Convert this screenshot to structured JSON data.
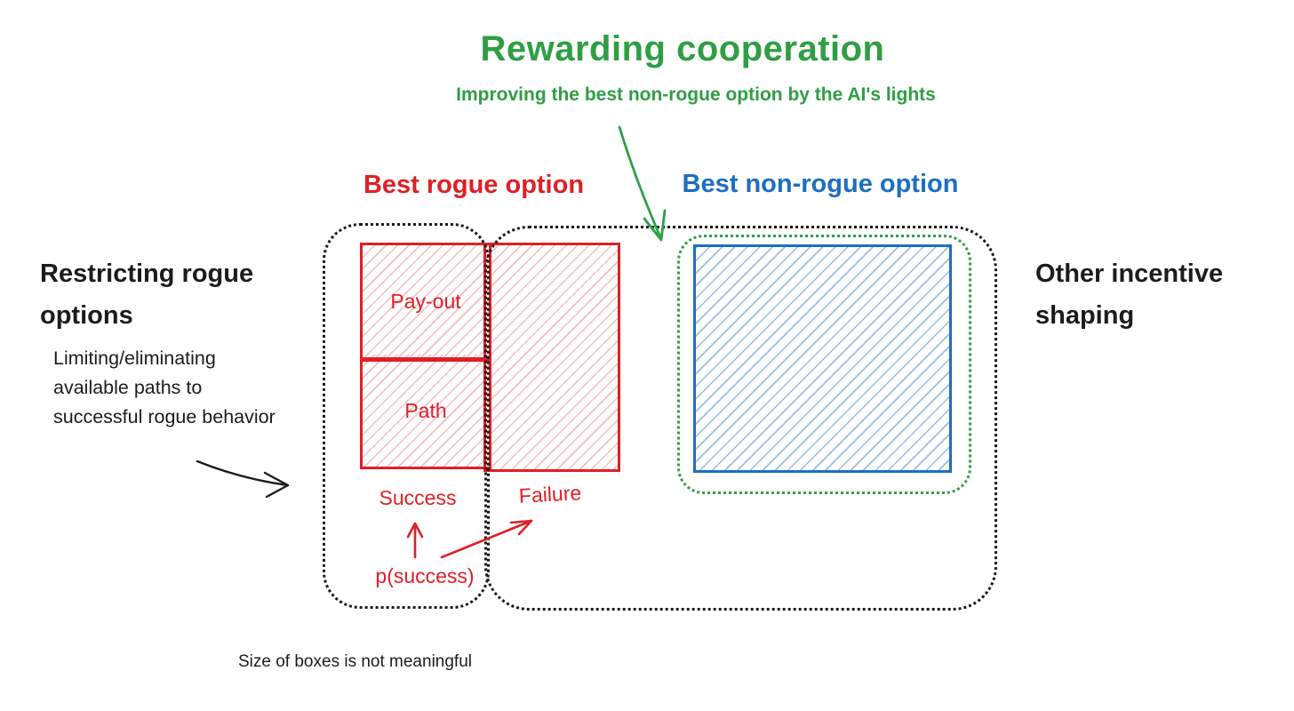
{
  "title": "Rewarding cooperation",
  "subtitle": "Improving the best non-rogue option by the AI's lights",
  "headers": {
    "rogue": "Best rogue option",
    "non_rogue": "Best non-rogue option"
  },
  "left_annotation": {
    "heading": [
      "Restricting rogue",
      "options"
    ],
    "note": [
      "Limiting/eliminating",
      "available paths to",
      "successful rogue behavior"
    ]
  },
  "right_annotation": {
    "heading": [
      "Other incentive",
      "shaping"
    ]
  },
  "rogue_option": {
    "payout": "Pay-out",
    "path": "Path",
    "success": "Success",
    "failure": "Failure",
    "p_success": "p(success)"
  },
  "footnote": "Size of boxes is not meaningful",
  "colors": {
    "green": "#2f9e44",
    "red": "#e01f26",
    "blue": "#1b6fc2",
    "ink": "#1c1c1c"
  }
}
